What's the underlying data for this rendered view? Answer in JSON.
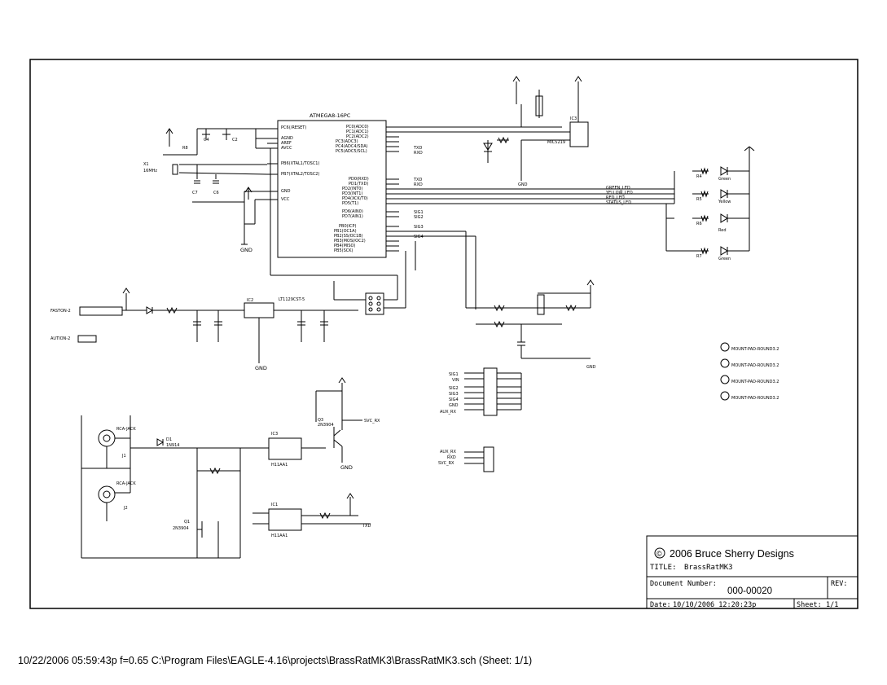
{
  "title_block": {
    "copyright_symbol": "©",
    "company": "2006 Bruce Sherry Designs",
    "title_label": "TITLE:",
    "title_value": "BrassRatMK3",
    "doc_number_label": "Document Number:",
    "doc_number_value": "000-00020",
    "rev_label": "REV:",
    "date_label": "Date:",
    "date_value": "10/10/2006 12:20:23p",
    "sheet_label": "Sheet:",
    "sheet_value": "1/1"
  },
  "footer": {
    "text": "10/22/2006 05:59:43p  f=0.65  C:\\Program Files\\EAGLE-4.16\\projects\\BrassRatMK3\\BrassRatMK3.sch (Sheet: 1/1)"
  },
  "schematic": {
    "mcu_name": "ATMEGA8-16PC",
    "vreg_name": "LT1129CST-5",
    "mic_name": "MIC5219",
    "opto1": "H11AA1",
    "opto2": "H11AA1",
    "transistor_q1": "2N3904",
    "transistor_q3": "2N3904",
    "net_leds": [
      "GREEN_LED",
      "YELLOW_LED",
      "RED_LED",
      "STATUS_LED"
    ],
    "net_svc": "SVC_RX",
    "net_txd": "TXD",
    "net_rxd": "RXD",
    "net_sig": [
      "SIG1",
      "SIG2",
      "SIG3",
      "SIG4"
    ],
    "header_labels": [
      "SIG1",
      "VIN",
      "SIG2",
      "SIG3",
      "SIG4",
      "GND",
      "AUX_RX"
    ],
    "aux_labels": [
      "AUX_RX",
      "RXD",
      "SVC_RX"
    ],
    "jacks": [
      "RCA-JACK",
      "RCA-JACK"
    ],
    "jack_names": [
      "J1",
      "J2"
    ],
    "mounting_holes": [
      "MOUNT-PAD-ROUND3.2",
      "MOUNT-PAD-ROUND3.2",
      "MOUNT-PAD-ROUND3.2",
      "MOUNT-PAD-ROUND3.2"
    ],
    "led_colors": [
      "Green",
      "Yellow",
      "Red",
      "Green"
    ],
    "gnd": "GND",
    "fuse": "FASTON-2",
    "crystal": "16MHz"
  }
}
